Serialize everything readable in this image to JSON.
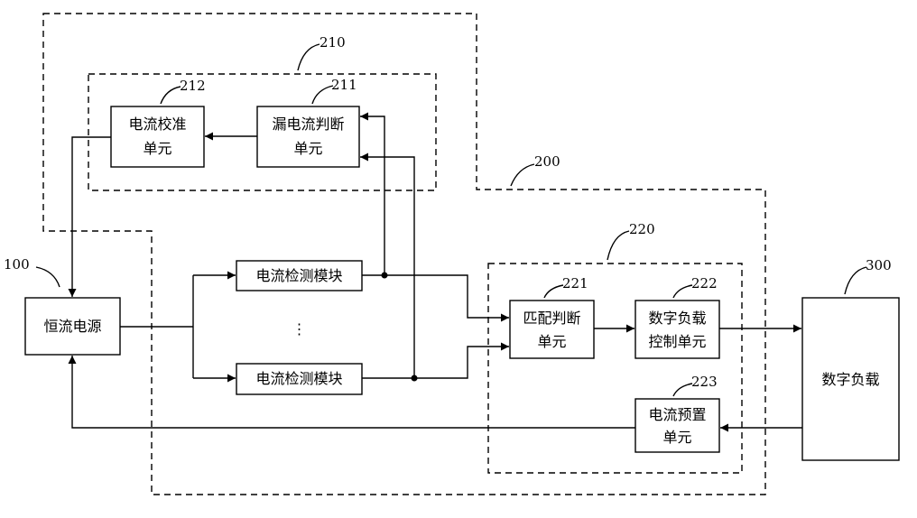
{
  "diagram": {
    "refs": {
      "r100": "100",
      "r200": "200",
      "r210": "210",
      "r211": "211",
      "r212": "212",
      "r220": "220",
      "r221": "221",
      "r222": "222",
      "r223": "223",
      "r300": "300"
    },
    "blocks": {
      "calib": {
        "line1": "电流校准",
        "line2": "单元"
      },
      "leak": {
        "line1": "漏电流判断",
        "line2": "单元"
      },
      "source": {
        "line1": "恒流电源"
      },
      "detect_top": {
        "line1": "电流检测模块"
      },
      "ellipsis": {
        "line1": "⋮"
      },
      "detect_bottom": {
        "line1": "电流检测模块"
      },
      "match": {
        "line1": "匹配判断",
        "line2": "单元"
      },
      "load_ctrl": {
        "line1": "数字负载",
        "line2": "控制单元"
      },
      "preset": {
        "line1": "电流预置",
        "line2": "单元"
      },
      "load": {
        "line1": "数字负载"
      }
    },
    "colors": {
      "stroke": "#000000",
      "background": "#ffffff"
    }
  }
}
